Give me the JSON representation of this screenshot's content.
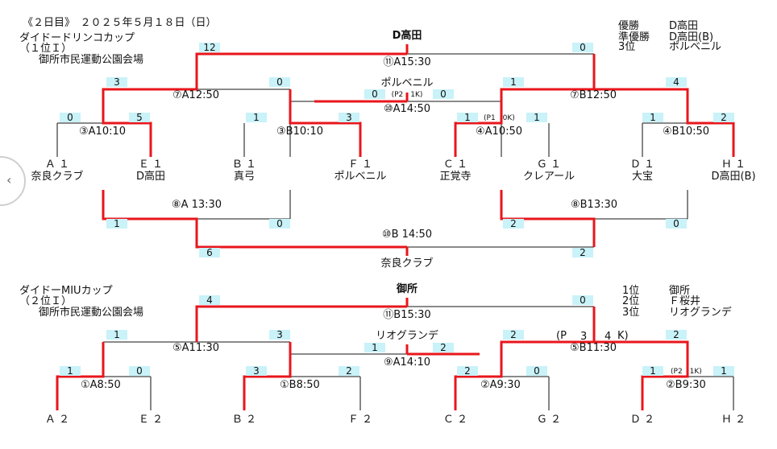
{
  "header": {
    "day": "《２日目》　２０２５年５月１８日（日）"
  },
  "cup1": {
    "name": "ダイドードリンコカップ",
    "sub": "（１位Ｉ）",
    "venue": "御所市民運動公園会場",
    "champion_label": "D高田",
    "results": [
      {
        "rank": "優勝",
        "team": "D高田"
      },
      {
        "rank": "準優勝",
        "team": "D高田(B)"
      },
      {
        "rank": "3位",
        "team": "ポルベニル"
      }
    ],
    "matches": {
      "final": "⑪A15:30",
      "third_place_label": "ポルベニル",
      "third_place": "⑩A14:50",
      "pk_note": "(P2　1K)",
      "semiA": "⑦A12:50",
      "semiB": "⑦B12:50",
      "r1_1": "③A10:10",
      "r1_2": "③B10:10",
      "r1_3": "④A10:50",
      "r1_3_pk": "(P1　0K)",
      "r1_4": "④B10:50",
      "cons_A": "⑧A 13:30",
      "cons_B": "⑧B13:30",
      "cons_final": "⑩B 14:50",
      "cons_winner": "奈良クラブ"
    },
    "scores": {
      "final_left": "12",
      "final_right": "0",
      "semiA_left": "3",
      "semiA_right": "0",
      "semiB_left": "1",
      "semiB_right": "4",
      "third_left": "0",
      "third_right": "0",
      "r1_1_left": "0",
      "r1_1_right": "5",
      "r1_2_left": "1",
      "r1_2_right": "3",
      "r1_3_left": "1",
      "r1_3_right": "1",
      "r1_4_left": "1",
      "r1_4_right": "2",
      "consA_left": "1",
      "consA_right": "0",
      "consB_left": "2",
      "consB_right": "0",
      "consF_left": "6",
      "consF_right": "2"
    },
    "teams": [
      {
        "code": "Ａ １",
        "name": "奈良クラブ"
      },
      {
        "code": "Ｅ １",
        "name": "D高田"
      },
      {
        "code": "Ｂ １",
        "name": "真弓"
      },
      {
        "code": "Ｆ １",
        "name": "ポルベニル"
      },
      {
        "code": "Ｃ １",
        "name": "正覚寺"
      },
      {
        "code": "Ｇ １",
        "name": "クレアール"
      },
      {
        "code": "Ｄ １",
        "name": "大宝"
      },
      {
        "code": "Ｈ １",
        "name": "D高田(B)"
      }
    ]
  },
  "cup2": {
    "name": "ダイドーMIUカップ",
    "sub": "（２位Ｉ）",
    "venue": "御所市民運動公園会場",
    "champion_label": "御所",
    "results": [
      {
        "rank": "1位",
        "team": "御所"
      },
      {
        "rank": "2位",
        "team": "Ｆ桜井"
      },
      {
        "rank": "3位",
        "team": "リオグランデ"
      }
    ],
    "matches": {
      "final": "⑪B15:30",
      "third_place_label": "リオグランデ",
      "third_place": "⑨A14:10",
      "semiA": "⑤A11:30",
      "semiB": "⑤B11:30",
      "semiB_pk_p": "(P",
      "semiB_pk_k": "K)",
      "r1_1": "①A8:50",
      "r1_2": "①B8:50",
      "r1_3": "②A9:30",
      "r1_4": "②B9:30",
      "r1_4_pk": "(P2　1K)"
    },
    "scores": {
      "final_left": "4",
      "final_right": "0",
      "semiA_left": "1",
      "semiA_right": "3",
      "semiB_left": "2",
      "semiB_right": "2",
      "semiB_pk_left": "3",
      "semiB_pk_right": "4",
      "third_left": "1",
      "third_right": "2",
      "r1_1_left": "1",
      "r1_1_right": "0",
      "r1_2_left": "3",
      "r1_2_right": "2",
      "r1_3_left": "2",
      "r1_3_right": "0",
      "r1_4_left": "1",
      "r1_4_right": "1"
    },
    "teams": [
      {
        "code": "Ａ ２"
      },
      {
        "code": "Ｅ ２"
      },
      {
        "code": "Ｂ ２"
      },
      {
        "code": "Ｆ ２"
      },
      {
        "code": "Ｃ ２"
      },
      {
        "code": "Ｇ ２"
      },
      {
        "code": "Ｄ ２"
      },
      {
        "code": "Ｈ ２"
      }
    ]
  },
  "colors": {
    "winner_line": "#e8161b",
    "loser_line": "#444444",
    "score_bg": "#c9f2f9"
  },
  "carousel": {
    "prev_icon": "chevron-left-icon",
    "prev_glyph": "‹"
  }
}
